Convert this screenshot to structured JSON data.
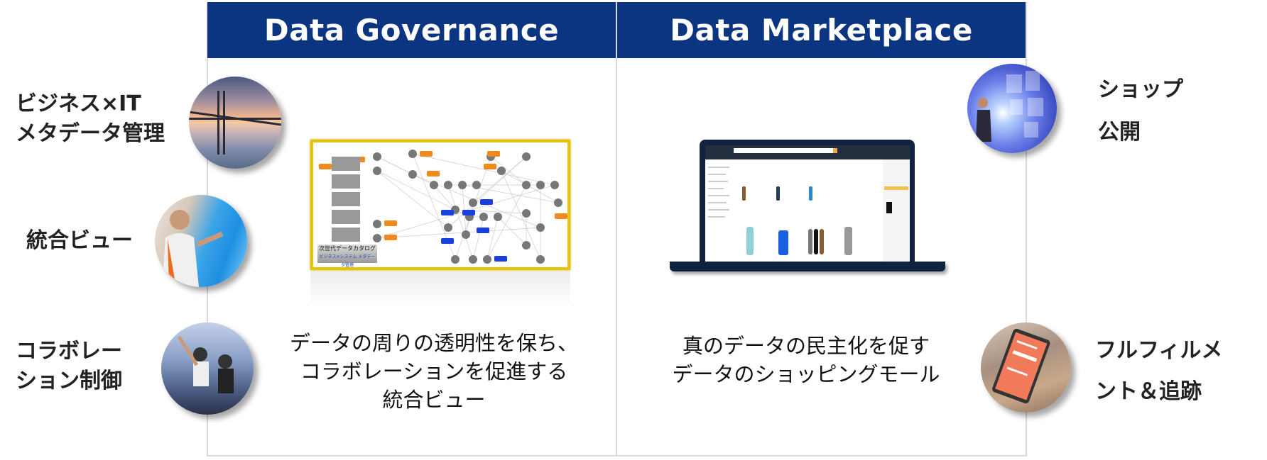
{
  "governance": {
    "title": "Data Governance",
    "caption_lines": [
      "データの周りの透明性を保ち、",
      "コラボレーションを促進する",
      "統合ビュー"
    ],
    "catalog_title": "次世代データカタログ",
    "catalog_subtitle": "ビジネス×システム メタデータ管理"
  },
  "marketplace": {
    "title": "Data Marketplace",
    "caption_lines": [
      "真のデータの民主化を促す",
      "データのショッピングモール"
    ]
  },
  "left_features": [
    {
      "lines": [
        "ビジネス×IT",
        "メタデータ管理"
      ],
      "image": "bridge-sunset"
    },
    {
      "lines": [
        "統合ビュー"
      ],
      "image": "engineer-screen"
    },
    {
      "lines": [
        "コラボレー",
        "ション制御"
      ],
      "image": "vr-users"
    }
  ],
  "right_features": [
    {
      "lines": [
        "ショップ",
        "公開"
      ],
      "image": "digital-screens"
    },
    {
      "lines": [
        "フルフィルメ",
        "ント＆追跡"
      ],
      "image": "order-tracking-tablet"
    }
  ],
  "colors": {
    "header": "#0b3580",
    "orange": "#f08a1c",
    "blue": "#1a3fe0",
    "gold": "#e8c400"
  }
}
